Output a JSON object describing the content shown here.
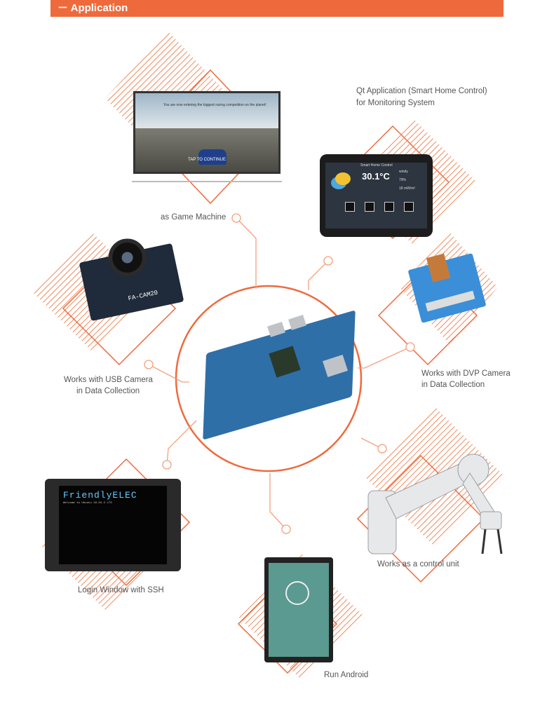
{
  "header": {
    "title": "－ Application"
  },
  "labels": {
    "game": "as Game Machine",
    "qt_1": "Qt Application (Smart Home Control)",
    "qt_2": "for Monitoring System",
    "usb_1": "Works with USB Camera",
    "usb_2": "in Data Collection",
    "dvp_1": "Works with DVP Camera",
    "dvp_2": "in Data Collection",
    "control": "Works as a control unit",
    "ssh": "Login Window with SSH",
    "android": "Run Android"
  },
  "screens": {
    "tv_message": "You are now entering the biggest racing competition on the planet!",
    "tv_tap": "TAP TO CONTINUE",
    "tablet_title": "Smart Home Control",
    "tablet_temp": "30.1°C",
    "tablet_wind": "windy",
    "tablet_hum": "79%",
    "tablet_light": "18 mW/m²",
    "camera_label": "FA-CAM20",
    "terminal_logo": "FriendlyELEC",
    "terminal_text": "Welcome to Ubuntu 16.04.2 LTS"
  },
  "colors": {
    "accent": "#ee6a3c"
  }
}
